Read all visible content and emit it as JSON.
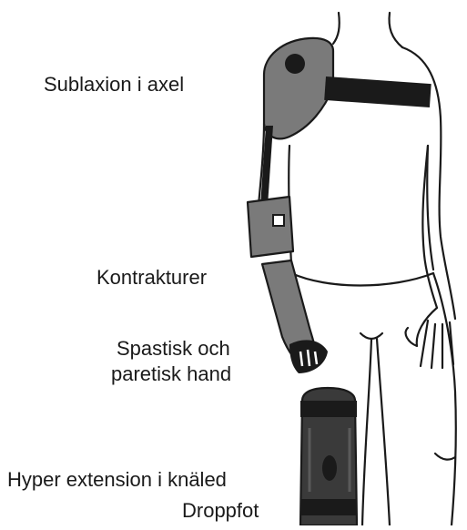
{
  "labels": {
    "shoulder": "Sublaxion i axel",
    "contractures": "Kontrakturer",
    "hand_line1": "Spastisk och",
    "hand_line2": "paretisk hand",
    "knee": "Hyper extension i knäled",
    "foot": "Droppfot"
  },
  "colors": {
    "outline": "#1a1a1a",
    "brace_gray": "#7a7a7a",
    "knee_brace": "#3a3a3a",
    "background": "#ffffff"
  }
}
